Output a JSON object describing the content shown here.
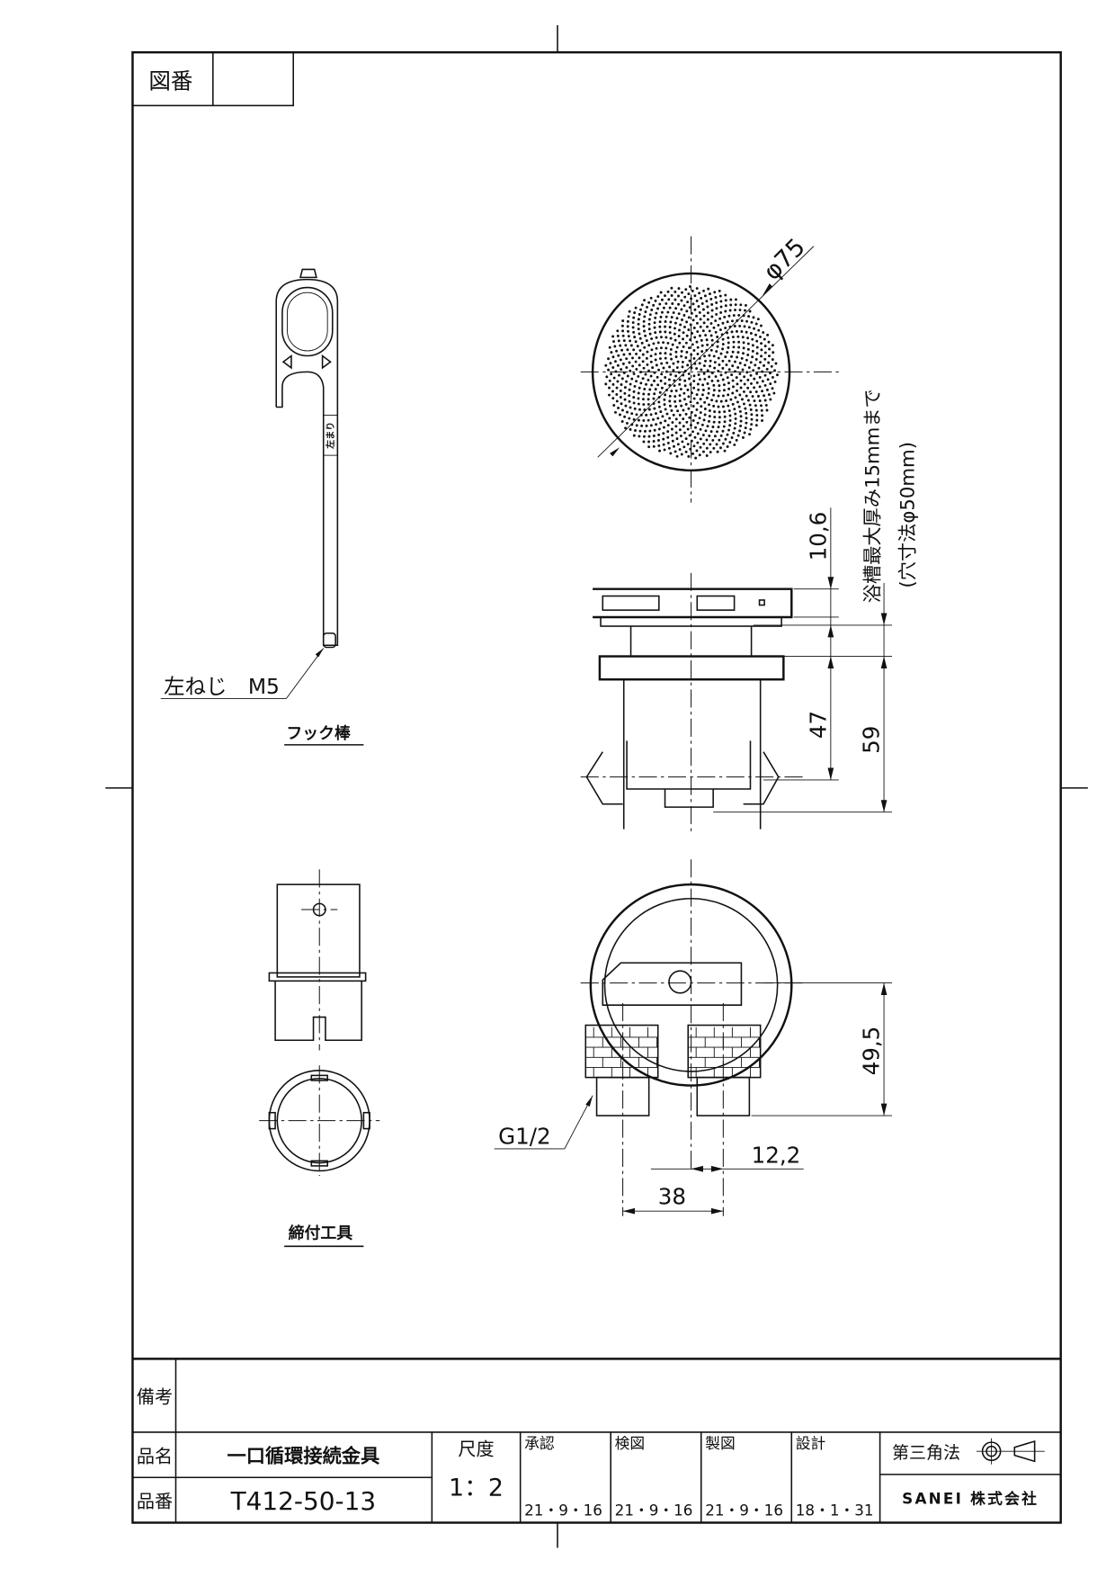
{
  "sheet": {
    "drawing_number_label": "図番",
    "drawing_number_value": ""
  },
  "views": {
    "hook_rod": {
      "title": "フック棒",
      "thread_note": "左ねじ　M5",
      "rod_marking": "左まり"
    },
    "tool": {
      "title": "締付工具"
    },
    "strainer": {
      "diameter": "φ75",
      "note_line1": "浴槽最大厚み15mmまで",
      "note_line2": "(穴寸法φ50mm)"
    },
    "dims": {
      "flange": "10,6",
      "body": "47",
      "overall": "59",
      "height_bottom": "49,5",
      "offset": "12,2",
      "pitch": "38",
      "thread": "G1/2"
    }
  },
  "title_block": {
    "remarks_label": "備考",
    "name_label": "品名",
    "name_value": "一口循環接続金具",
    "number_label": "品番",
    "number_value": "T412-50-13",
    "scale_label": "尺度",
    "scale_value": "1：2",
    "approvals": [
      {
        "label": "承認",
        "date": "21・9・16"
      },
      {
        "label": "検図",
        "date": "21・9・16"
      },
      {
        "label": "製図",
        "date": "21・9・16"
      },
      {
        "label": "設計",
        "date": "18・1・31"
      }
    ],
    "projection": "第三角法",
    "company": "SANEI 株式会社"
  }
}
